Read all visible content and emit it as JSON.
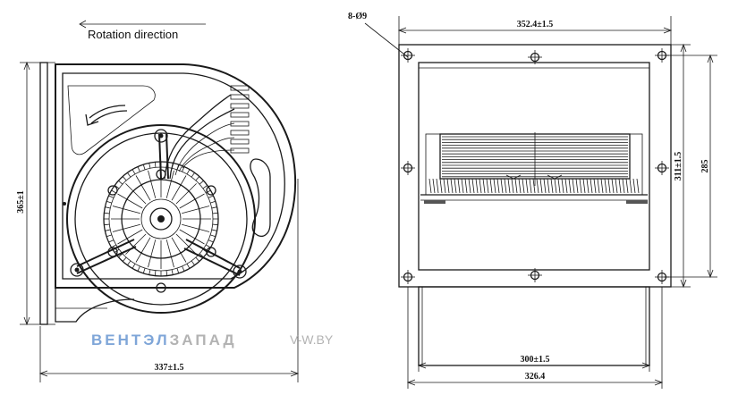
{
  "left_view": {
    "rotation_label": "Rotation direction",
    "height_dim": "365±1",
    "width_dim": "337±1.5"
  },
  "right_view": {
    "holes_label": "8-Ø9",
    "top_width_dim": "352.4±1.5",
    "height_dim_outer": "311±1.5",
    "height_dim_inner": "285",
    "outlet_width_dim": "300±1.5",
    "base_width_dim": "326.4"
  },
  "watermark": {
    "brand_part1": "ВЕНТЭЛ",
    "brand_part2": "ЗАПАД",
    "site": "V-W.BY",
    "color_part1": "#7fa6d8",
    "color_part2": "#b3b3b3"
  }
}
